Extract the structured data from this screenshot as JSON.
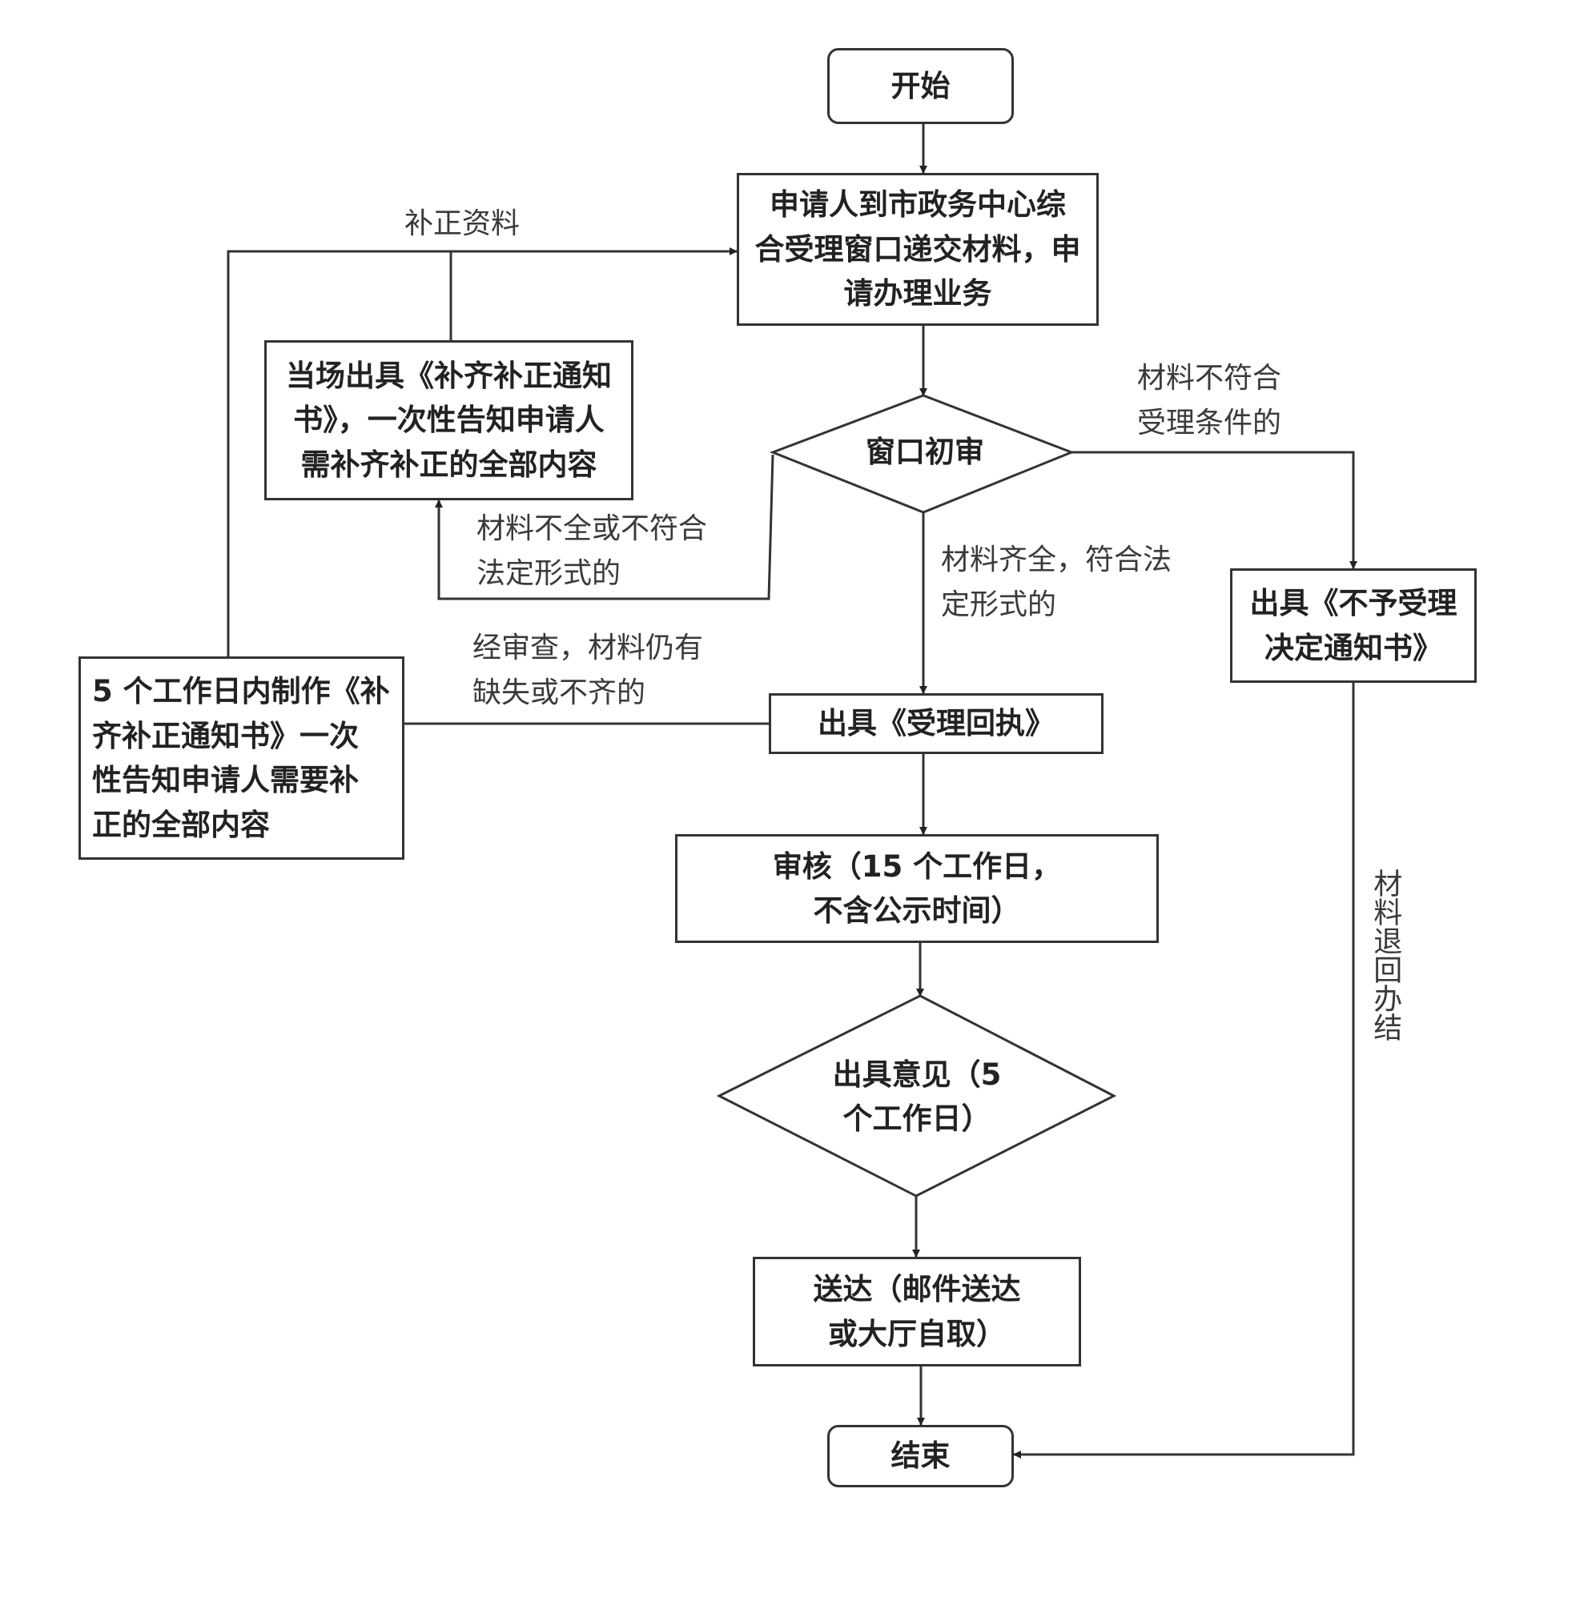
{
  "nodes": {
    "start": "开始",
    "submit": "申请人到市政务中心综\n合受理窗口递交材料，申\n请办理业务",
    "onsite_notice": "当场出具《补齐补正通知\n书》，一次性告知申请人\n需补齐补正的全部内容",
    "initial_review": "窗口初审",
    "reject_notice": "出具《不予受理\n决定通知书》",
    "five_day_notice": "5 个工作日内制作《补\n齐补正通知书》一次\n性告知申请人需要补\n正的全部内容",
    "receipt": "出具《受理回执》",
    "audit": "审核（15 个工作日，\n不含公示时间）",
    "opinion": "出具意见（5\n个工作日）",
    "delivery": "送达（邮件送达\n或大厅自取）",
    "end": "结束"
  },
  "edges": {
    "supplement": "补正资料",
    "incomplete": "材料不全或不符合\n法定形式的",
    "not_eligible": "材料不符合\n受理条件的",
    "complete": "材料齐全，符合法\n定形式的",
    "still_missing": "经审查，材料仍有\n缺失或不齐的",
    "returned": "材料退回办结"
  }
}
